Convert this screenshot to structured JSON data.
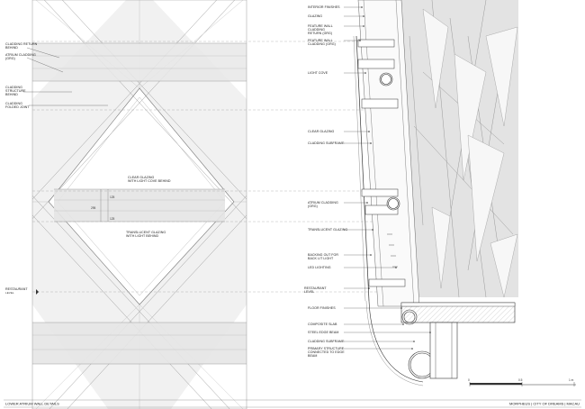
{
  "drawing": {
    "footer_left": "LOWER ATRIUM WALL DETAILS",
    "footer_right": "MORPHEUS | CITY OF DREAMS | MACAU",
    "scale_bar": {
      "ticks": [
        "0",
        "0.5",
        "1 m"
      ]
    }
  },
  "left_labels": [
    {
      "lines": [
        "CLADDING RETURN",
        "BEHIND"
      ]
    },
    {
      "lines": [
        "ATRIUM CLADDING",
        "(GRG)"
      ]
    },
    {
      "lines": [
        "CLADDING",
        "STRUCTURE",
        "BEHIND"
      ]
    },
    {
      "lines": [
        "CLADDING",
        "FOLDED JOINT"
      ]
    },
    {
      "lines": [
        "RESTAURANT",
        "LEVEL"
      ]
    }
  ],
  "center_labels": [
    {
      "lines": [
        "CLEAR GLAZING",
        "WITH LIGHT COVE BEHIND"
      ]
    },
    {
      "lines": [
        "TRANSLUCENT GLAZING",
        "WITH LIGHT BEHIND"
      ]
    }
  ],
  "right_labels": [
    {
      "lines": [
        "INTERIOR FINISHES"
      ]
    },
    {
      "lines": [
        "GLAZING"
      ]
    },
    {
      "lines": [
        "FEATURE WALL",
        "CLADDING",
        "RETURN (GRG)"
      ]
    },
    {
      "lines": [
        "FEATURE WALL",
        "CLADDING (GRG)"
      ]
    },
    {
      "lines": [
        "LIGHT COVE"
      ]
    },
    {
      "lines": [
        "CLEAR GLAZING"
      ]
    },
    {
      "lines": [
        "CLADDING SUBFRAME"
      ]
    },
    {
      "lines": [
        "ATRIUM CLADDING",
        "(GRG)"
      ]
    },
    {
      "lines": [
        "TRANSLUCENT GLAZING"
      ]
    },
    {
      "lines": [
        "BACKING OUT FOR",
        "BACK LIT LIGHT"
      ]
    },
    {
      "lines": [
        "LED LIGHTING"
      ]
    },
    {
      "lines": [
        "RESTAURANT",
        "LEVEL"
      ]
    },
    {
      "lines": [
        "FLOOR FINISHES"
      ]
    },
    {
      "lines": [
        "COMPOSITE SLAB"
      ]
    },
    {
      "lines": [
        "STEEL EDGE BEAM"
      ]
    },
    {
      "lines": [
        "CLADDING SUBFRAME"
      ]
    },
    {
      "lines": [
        "PRIMARY STRUCTURE",
        "CONNECTED TO EDGE",
        "BEAM"
      ]
    }
  ]
}
